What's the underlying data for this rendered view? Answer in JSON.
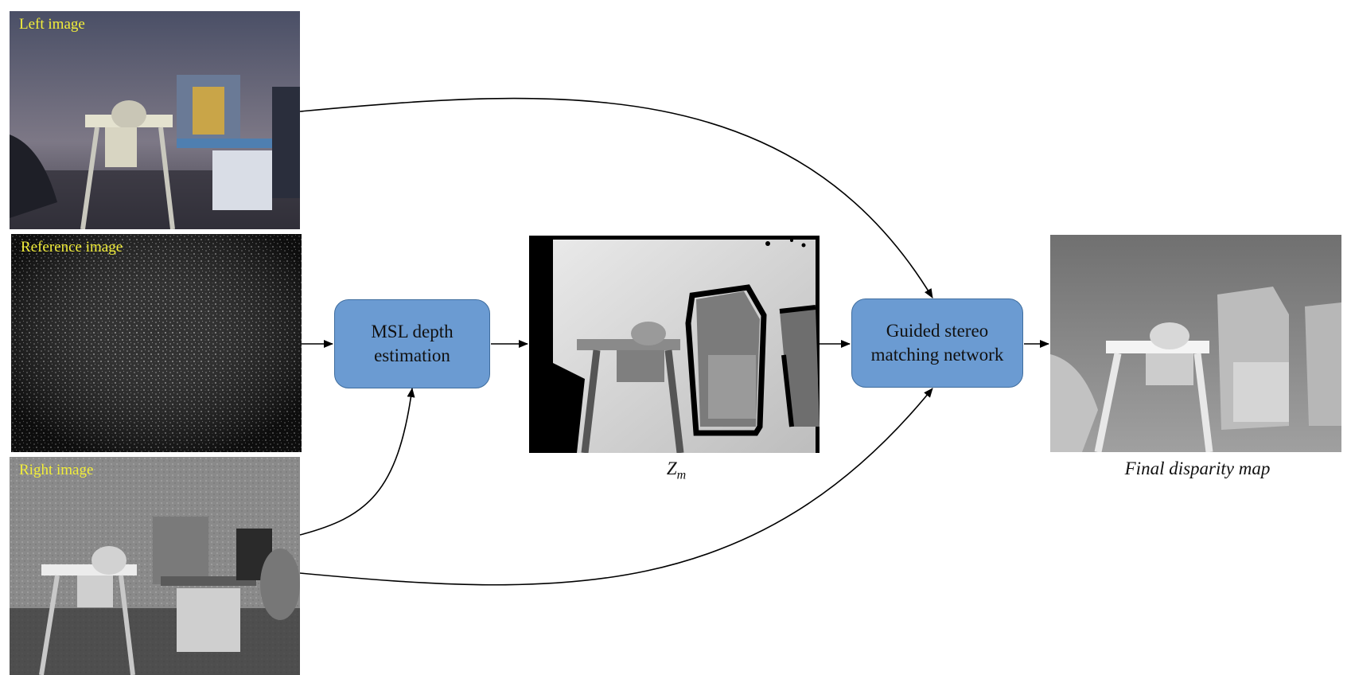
{
  "inputs": {
    "left_label": "Left image",
    "reference_label": "Reference image",
    "right_label": "Right image"
  },
  "blocks": {
    "msl": {
      "line1": "MSL depth",
      "line2": "estimation"
    },
    "guided": {
      "line1": "Guided stereo",
      "line2": "matching network"
    }
  },
  "outputs": {
    "zm_base": "Z",
    "zm_sub": "m",
    "final_label": "Final disparity map"
  },
  "colors": {
    "box_fill": "#6b9bd2",
    "box_border": "#3f6d9e",
    "image_label": "#f2ee3a",
    "arrow": "#000000"
  }
}
